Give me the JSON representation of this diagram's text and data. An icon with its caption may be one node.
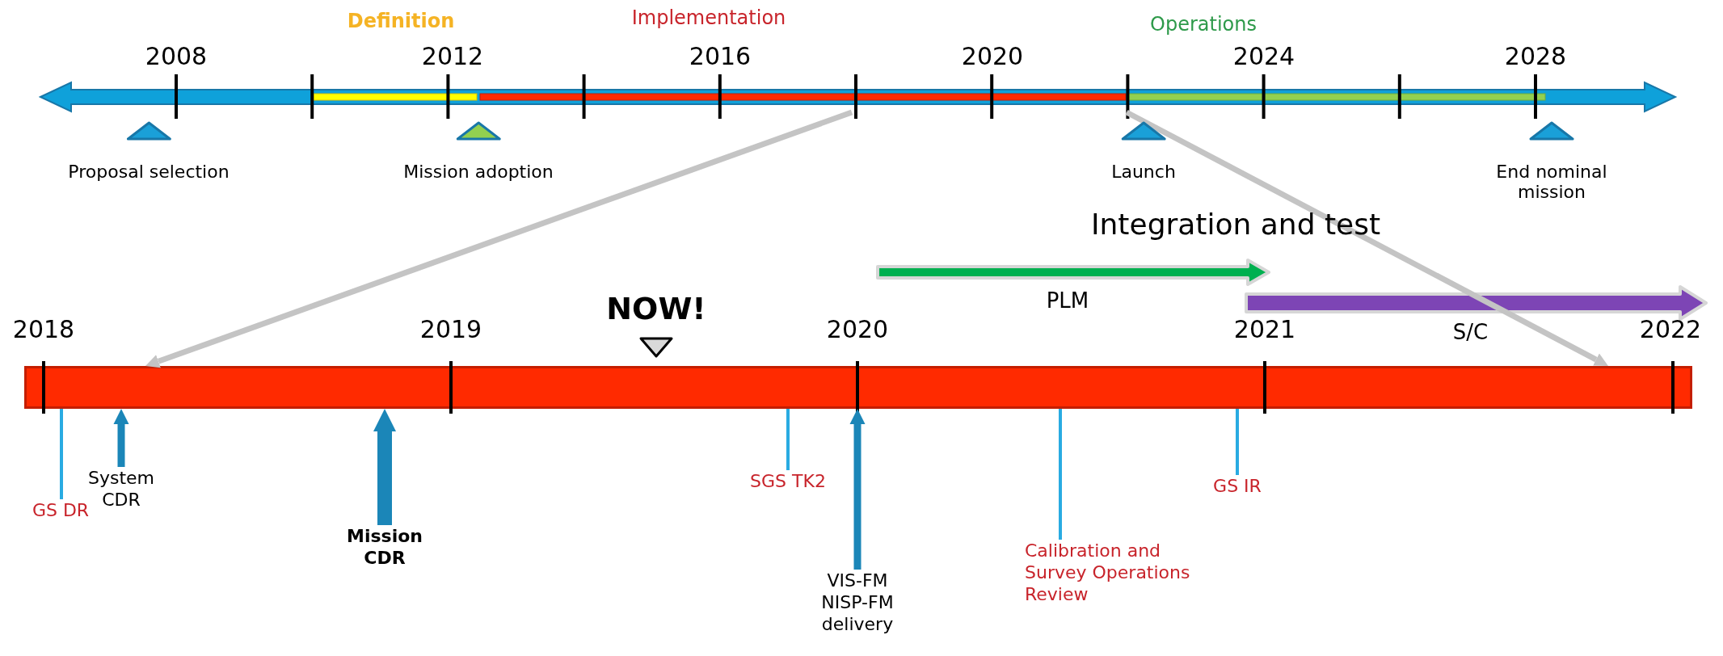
{
  "diagram": {
    "nodes": [
      {
        "text": [],
        "shape": "bar"
      },
      {
        "text": [
          "Proposal selection"
        ]
      },
      {
        "text": [
          "Mission adoption"
        ]
      },
      {
        "text": [
          "Launch"
        ]
      },
      {
        "text": [
          "End nominal mission"
        ]
      },
      {
        "text": [],
        "shape": "bar"
      },
      {
        "text": [
          "GS DR"
        ]
      },
      {
        "text": [
          "System CDR"
        ]
      },
      {
        "text": [
          "Mission CDR"
        ]
      },
      {
        "text": [
          "SGS TK2"
        ]
      },
      {
        "text": [
          "VIS-FM NISP-FM delivery"
        ]
      },
      {
        "text": [
          "Calibration and Survey Operations Review"
        ]
      },
      {
        "text": [
          "GS IR"
        ]
      },
      {
        "text": [
          "PLM"
        ]
      },
      {
        "text": [
          "S/C"
        ]
      }
    ],
    "edges": [
      {
        "from": 0,
        "to": 5,
        "arrow": "to",
        "color": "#c4c4c4"
      },
      {
        "from": 0,
        "to": 5,
        "arrow": "to",
        "color": "#c4c4c4"
      },
      {
        "from": 6,
        "to": 5,
        "arrow": "none"
      },
      {
        "from": 7,
        "to": 5,
        "arrow": "to",
        "color": "#1b86b8"
      },
      {
        "from": 8,
        "to": 5,
        "arrow": "to",
        "style": "thick",
        "color": "#1b86b8"
      },
      {
        "from": 9,
        "to": 5,
        "arrow": "none"
      },
      {
        "from": 10,
        "to": 5,
        "arrow": "to",
        "color": "#1b86b8"
      },
      {
        "from": 11,
        "to": 5,
        "arrow": "none"
      },
      {
        "from": 12,
        "to": 5,
        "arrow": "none"
      }
    ],
    "labels": [
      "Definition",
      "Implementation",
      "Operations",
      "2008",
      "2012",
      "2016",
      "2020",
      "2024",
      "2028",
      "Integration and test",
      "NOW!",
      "2018",
      "2019",
      "2020",
      "2021",
      "2022"
    ]
  }
}
